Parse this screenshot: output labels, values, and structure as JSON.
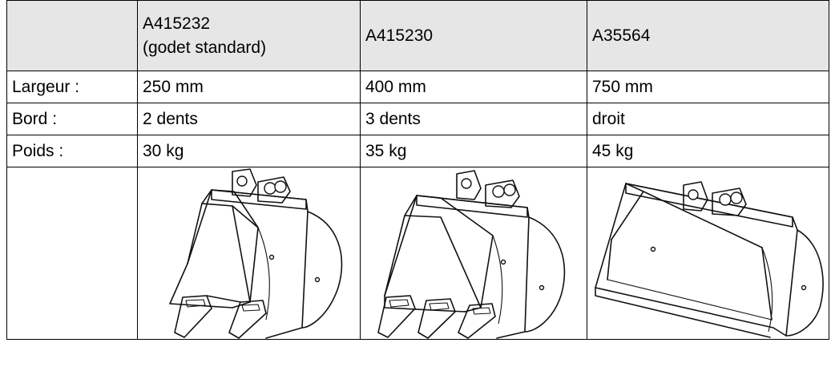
{
  "table": {
    "columns": [
      {
        "ref": "A415232",
        "note": "(godet standard)"
      },
      {
        "ref": "A415230",
        "note": ""
      },
      {
        "ref": "A35564",
        "note": ""
      }
    ],
    "rows": [
      {
        "label": "Largeur :",
        "values": [
          "250 mm",
          "400 mm",
          "750 mm"
        ]
      },
      {
        "label": "Bord :",
        "values": [
          "2 dents",
          "3 dents",
          "droit"
        ]
      },
      {
        "label": "Poids :",
        "values": [
          "30 kg",
          "35 kg",
          "45 kg"
        ]
      }
    ],
    "images": [
      {
        "icon": "bucket-2-teeth-icon"
      },
      {
        "icon": "bucket-3-teeth-icon"
      },
      {
        "icon": "bucket-straight-edge-icon"
      }
    ]
  }
}
